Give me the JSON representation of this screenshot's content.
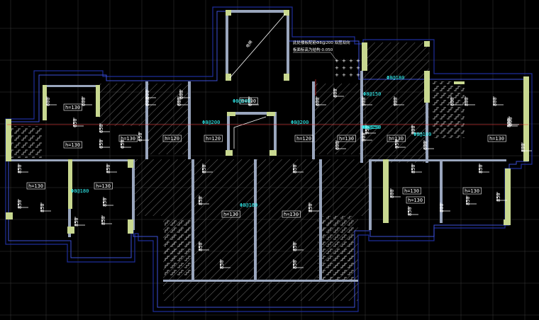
{
  "colors": {
    "background": "#000000",
    "grid": "#3a3a3a",
    "outline_outer": "#1e2d9a",
    "outline_inner": "#3c4fd6",
    "wall": "#a8b4c8",
    "column": "#c8d890",
    "rebar": "#ffffff",
    "hatch": "#c8c8c8",
    "dim_line": "#ff3030",
    "label_cyan": "#33ffff"
  },
  "annotations": {
    "note_line1": "此处楼板配筋Φ8@200 双层双向",
    "note_line2": "板面标高为结构-0.050",
    "shaft_label": "电梯"
  },
  "thickness_labels": [
    "h=130",
    "h=130",
    "h=130",
    "h=120",
    "h=120",
    "h=130",
    "h=120",
    "h=130",
    "h=130",
    "h=130",
    "h=130",
    "h=130",
    "h=130",
    "h=130",
    "h=130",
    "h=130",
    "h=130"
  ],
  "rebar_labels": [
    "600",
    "600",
    "600",
    "600",
    "600",
    "600",
    "600",
    "600",
    "600",
    "600",
    "600",
    "600",
    "650",
    "650",
    "650",
    "650",
    "650",
    "850",
    "850",
    "850",
    "850",
    "850",
    "850",
    "850",
    "850",
    "850",
    "850",
    "850",
    "850",
    "850",
    "850",
    "850",
    "850",
    "850",
    "850",
    "850",
    "850",
    "800",
    "800",
    "800",
    "800",
    "800",
    "800",
    "800",
    "900",
    "900",
    "900",
    "900",
    "950",
    "950"
  ],
  "spec_labels": [
    "Φ8@200",
    "Φ8@200",
    "Φ8@200",
    "Φ8@150",
    "Φ8@150",
    "Φ8@180",
    "Φ8@180",
    "Φ8@180",
    "Φ8@150",
    "Φ8@180"
  ]
}
